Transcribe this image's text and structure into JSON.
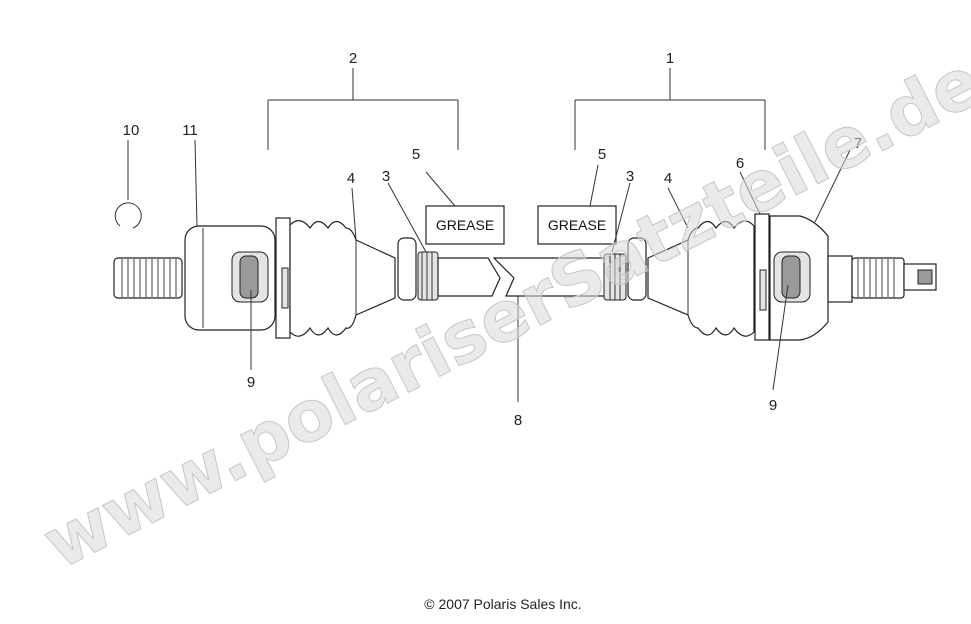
{
  "watermark": "www.polariserSatzteile.de",
  "copyright": "© 2007 Polaris Sales Inc.",
  "grease_labels": [
    "GREASE",
    "GREASE"
  ],
  "callouts": {
    "c1": "1",
    "c2": "2",
    "c3a": "3",
    "c3b": "3",
    "c4a": "4",
    "c4b": "4",
    "c5a": "5",
    "c5b": "5",
    "c6": "6",
    "c7": "7",
    "c8": "8",
    "c9a": "9",
    "c9b": "9",
    "c10": "10",
    "c11": "11"
  }
}
